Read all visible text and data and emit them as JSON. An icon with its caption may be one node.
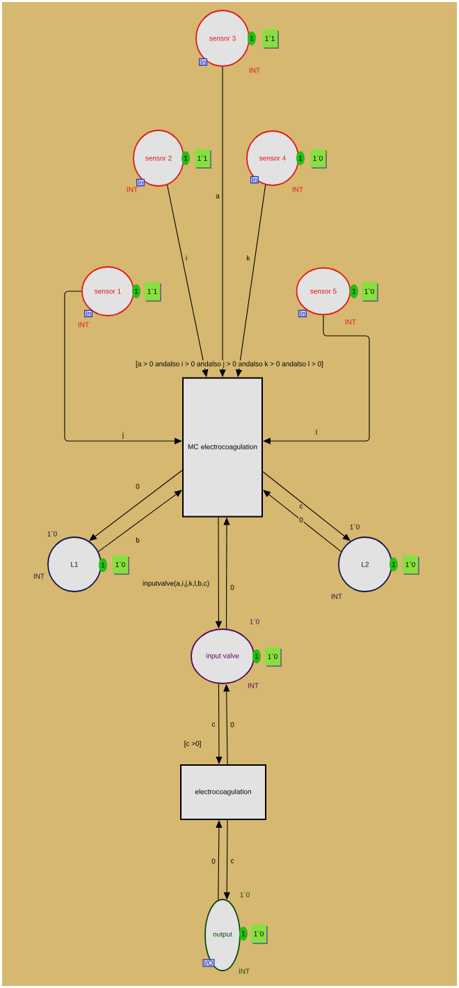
{
  "diagram": {
    "nodes": [
      {
        "text": [
          "sensor 3"
        ],
        "beside": [
          "1",
          "1`1",
          "In",
          "INT"
        ]
      },
      {
        "text": [
          "sensor 2"
        ],
        "beside": [
          "1",
          "1`1",
          "In",
          "INT"
        ]
      },
      {
        "text": [
          "sensor 4"
        ],
        "beside": [
          "1",
          "1`0",
          "In",
          "INT"
        ]
      },
      {
        "text": [
          "sensor 1"
        ],
        "beside": [
          "1",
          "1`1",
          "In",
          "INT"
        ]
      },
      {
        "text": [
          "sensor 5"
        ],
        "beside": [
          "1",
          "1`0",
          "In",
          "INT"
        ]
      },
      {
        "text": [
          "MC electrocoagulation"
        ],
        "beside": [
          "[a > 0 andalso i > 0 andalso j > 0 andalso k > 0 andalso l > 0]"
        ]
      },
      {
        "text": [
          "L1"
        ],
        "beside": [
          "1`0",
          "INT",
          "1",
          "1`0"
        ]
      },
      {
        "text": [
          "L2"
        ],
        "beside": [
          "1`0",
          "1",
          "1`0",
          "INT"
        ]
      },
      {
        "text": [
          "input valve"
        ],
        "beside": [
          "1`0",
          "1",
          "1`0",
          "INT"
        ]
      },
      {
        "text": [
          "electrocoagulation"
        ],
        "beside": [
          "[c >0]"
        ]
      },
      {
        "text": [
          "output"
        ],
        "beside": [
          "1`0",
          "1",
          "1`0",
          "I/O",
          "INT"
        ]
      }
    ],
    "edges": [
      {
        "from": 0,
        "to": 5,
        "arrow": "to",
        "label": "a"
      },
      {
        "from": 1,
        "to": 5,
        "arrow": "to",
        "label": "i"
      },
      {
        "from": 2,
        "to": 5,
        "arrow": "to",
        "label": "k"
      },
      {
        "from": 3,
        "to": 5,
        "arrow": "to",
        "label": "j"
      },
      {
        "from": 4,
        "to": 5,
        "arrow": "to",
        "label": "l"
      },
      {
        "from": 5,
        "to": 6,
        "arrow": "to",
        "label": "0"
      },
      {
        "from": 6,
        "to": 5,
        "arrow": "to",
        "label": "b"
      },
      {
        "from": 5,
        "to": 7,
        "arrow": "to",
        "label": "c"
      },
      {
        "from": 7,
        "to": 5,
        "arrow": "to",
        "label": "0"
      },
      {
        "from": 5,
        "to": 8,
        "arrow": "to",
        "label": "inputvalve(a,i,j,k,l,b,c)"
      },
      {
        "from": 8,
        "to": 5,
        "arrow": "to",
        "label": "0"
      },
      {
        "from": 8,
        "to": 9,
        "arrow": "to",
        "label": "c"
      },
      {
        "from": 9,
        "to": 8,
        "arrow": "to",
        "label": "0"
      },
      {
        "from": 10,
        "to": 9,
        "arrow": "to",
        "label": "0"
      },
      {
        "from": 9,
        "to": 10,
        "arrow": "to",
        "label": "c"
      }
    ]
  }
}
